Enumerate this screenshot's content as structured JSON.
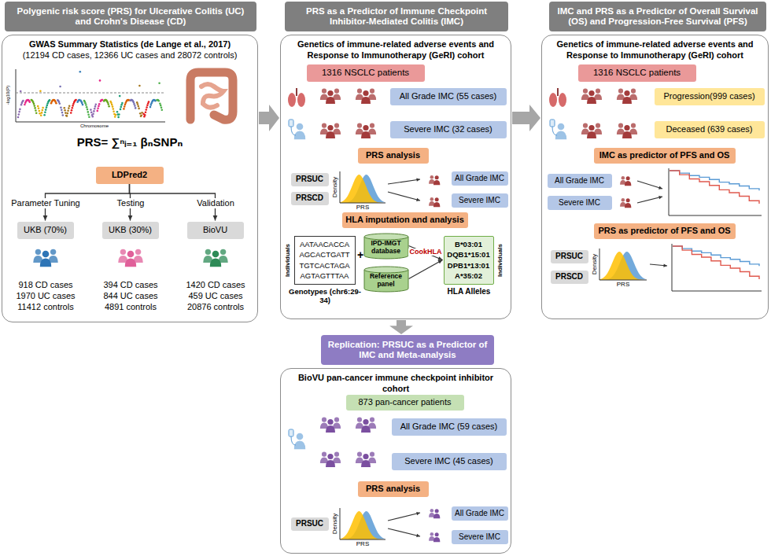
{
  "diagram": {
    "nodes": [
      {
        "text": [
          "Polygenic risk score (PRS) for Ulcerative Colitis (UC) and Crohn's Disease (CD)"
        ]
      },
      {
        "text": [
          "GWAS Summary Statistics (de Lange et al., 2017)",
          "(12194 CD cases, 12366 UC cases and 28072 controls)"
        ]
      },
      {
        "text": [
          "LDPred2"
        ],
        "in": 1
      },
      {
        "text": [
          "UKB (70%)"
        ],
        "in": 1
      },
      {
        "text": [
          "UKB (30%)"
        ],
        "in": 1
      },
      {
        "text": [
          "BioVU"
        ],
        "in": 1
      },
      {
        "text": [
          "PRS as a Predictor of Immune Checkpoint Inhibitor-Mediated Colitis (IMC)"
        ]
      },
      {
        "text": [
          "Genetics of immune-related adverse events and Response to Immunotherapy (GeRI) cohort"
        ]
      },
      {
        "text": [
          "1316 NSCLC patients"
        ],
        "in": 7
      },
      {
        "text": [
          "All Grade IMC (55 cases)"
        ],
        "in": 7
      },
      {
        "text": [
          "Severe IMC (32 cases)"
        ],
        "in": 7
      },
      {
        "text": [
          "PRS analysis"
        ],
        "in": 7
      },
      {
        "text": [
          "PRSUC"
        ],
        "in": 7
      },
      {
        "text": [
          "PRSCD"
        ],
        "in": 7
      },
      {
        "text": [
          "All Grade IMC"
        ],
        "in": 7
      },
      {
        "text": [
          "Severe IMC"
        ],
        "in": 7
      },
      {
        "text": [
          "HLA imputation and analysis"
        ],
        "in": 7
      },
      {
        "text": [
          "AATAACACCA",
          "AGCACTGATT",
          "TGTCACTAGA",
          "AGTAGTTTAA"
        ],
        "in": 7
      },
      {
        "text": [
          "IPD-IMGT database"
        ],
        "in": 7
      },
      {
        "text": [
          "Reference panel"
        ],
        "in": 7
      },
      {
        "text": [
          "B*03:01",
          "DQB1*15:01",
          "DPB1*13:01",
          "A*35:02"
        ],
        "in": 7
      },
      {
        "text": [
          "IMC and PRS as a Predictor of Overall Survival (OS) and Progression-Free Survival (PFS)"
        ]
      },
      {
        "text": [
          "Genetics of immune-related adverse events and Response to Immunotherapy (GeRI) cohort"
        ]
      },
      {
        "text": [
          "1316 NSCLC patients"
        ],
        "in": 22
      },
      {
        "text": [
          "Progression(999 cases)"
        ],
        "in": 22
      },
      {
        "text": [
          "Deceased (639 cases)"
        ],
        "in": 22
      },
      {
        "text": [
          "IMC as predictor of PFS and OS"
        ],
        "in": 22
      },
      {
        "text": [
          "All Grade IMC"
        ],
        "in": 22
      },
      {
        "text": [
          "Severe IMC"
        ],
        "in": 22
      },
      {
        "text": [
          "PRS as predictor of PFS and OS"
        ],
        "in": 22
      },
      {
        "text": [
          "PRSUC"
        ],
        "in": 22
      },
      {
        "text": [
          "PRSCD"
        ],
        "in": 22
      },
      {
        "text": [
          "Replication: PRSUC as a Predictor of IMC and Meta-analysis"
        ]
      },
      {
        "text": [
          "BioVU pan-cancer immune checkpoint inhibitor cohort"
        ]
      },
      {
        "text": [
          "873 pan-cancer patients"
        ],
        "in": 33
      },
      {
        "text": [
          "All Grade IMC (59 cases)"
        ],
        "in": 33
      },
      {
        "text": [
          "Severe IMC (45 cases)"
        ],
        "in": 33
      },
      {
        "text": [
          "PRS analysis"
        ],
        "in": 33
      },
      {
        "text": [
          "PRSUC"
        ],
        "in": 33
      },
      {
        "text": [
          "All Grade IMC"
        ],
        "in": 33
      },
      {
        "text": [
          "Severe IMC"
        ],
        "in": 33
      }
    ],
    "edges": [
      {
        "from": 1,
        "to": 7,
        "arrow": "to"
      },
      {
        "from": 7,
        "to": 22,
        "arrow": "to"
      },
      {
        "from": 7,
        "to": 32,
        "arrow": "to"
      },
      {
        "from": 2,
        "to": 3,
        "arrow": "to"
      },
      {
        "from": 2,
        "to": 4,
        "arrow": "to"
      },
      {
        "from": 2,
        "to": 5,
        "arrow": "to"
      },
      {
        "from": 18,
        "to": 20,
        "label": "CookHLA",
        "arrow": "to"
      },
      {
        "from": 19,
        "to": 20,
        "arrow": "to"
      }
    ],
    "labels": [
      "-log10(P)",
      "Chromosome",
      "PRS= ∑ⁿᵢ₌₁ βₙSNPₙ",
      "Parameter Tuning",
      "Testing",
      "Validation",
      "918 CD cases",
      "1970 UC cases",
      "11412 controls",
      "394 CD cases",
      "844 UC cases",
      "4891 controls",
      "1420 CD cases",
      "459 UC cases",
      "20876 controls",
      "Density",
      "PRS",
      "Individuals",
      "Genotypes (chr6:29-34)",
      "+",
      "Individuals",
      "HLA Alleles",
      "Density",
      "PRS",
      "Density",
      "PRS"
    ]
  }
}
